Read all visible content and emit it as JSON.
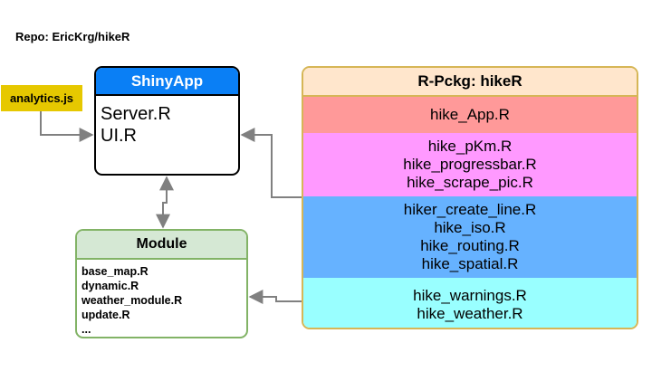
{
  "repo_label": "Repo: EricKrg/hikeR",
  "analytics": "analytics.js",
  "shiny": {
    "title": "ShinyApp",
    "files": [
      "Server.R",
      "UI.R"
    ]
  },
  "module": {
    "title": "Module",
    "files": [
      "base_map.R",
      "dynamic.R",
      "weather_module.R",
      "update.R",
      "..."
    ]
  },
  "package": {
    "title": "R-Pckg: hikeR",
    "sections": [
      {
        "files": [
          "hike_App.R"
        ],
        "color": "#ff9999"
      },
      {
        "files": [
          "hike_pKm.R",
          "hike_progressbar.R",
          "hike_scrape_pic.R"
        ],
        "color": "#ff99ff"
      },
      {
        "files": [
          "hiker_create_line.R",
          "hike_iso.R",
          "hike_routing.R",
          "hike_spatial.R"
        ],
        "color": "#66b2ff"
      },
      {
        "files": [
          "hike_warnings.R",
          "hike_weather.R"
        ],
        "color": "#99ffff"
      }
    ]
  },
  "colors": {
    "shiny_header": "#0a7ff5",
    "analytics": "#e6c800",
    "module_border": "#82b366",
    "module_header": "#d5e8d4",
    "package_border": "#d6b656",
    "package_header": "#ffe6cc",
    "arrow": "#808080"
  }
}
